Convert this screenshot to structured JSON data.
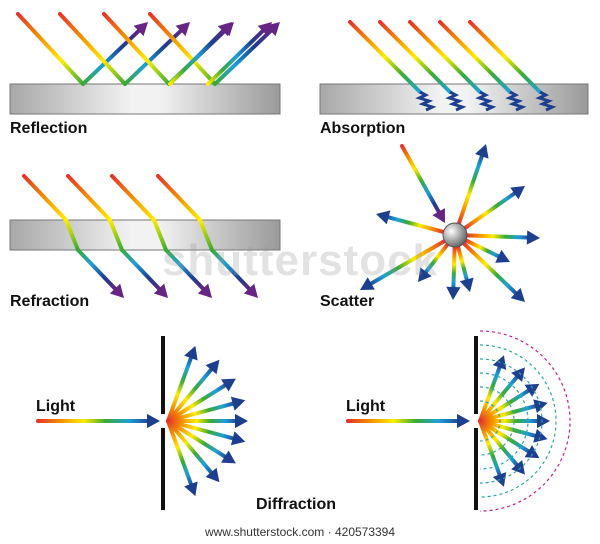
{
  "labels": {
    "reflection": "Reflection",
    "absorption": "Absorption",
    "refraction": "Refraction",
    "scatter": "Scatter",
    "light_left": "Light",
    "light_right": "Light",
    "diffraction": "Diffraction"
  },
  "watermark": "shutterstock",
  "footer": "www.shutterstock.com · 420573394",
  "colors": {
    "spectrum": [
      "#e6332a",
      "#f39200",
      "#ffed00",
      "#3aaa35",
      "#1fa0d8",
      "#1d3f8e",
      "#662483"
    ],
    "plate_dark": "#a0a0a0",
    "plate_light": "#f2f2f2",
    "slit": "#111111",
    "wavefront_teal": "#2aa6a6",
    "wavefront_magenta": "#c0208a"
  },
  "icons": {
    "arrowhead": "triangle",
    "particle": "gray-sphere"
  }
}
